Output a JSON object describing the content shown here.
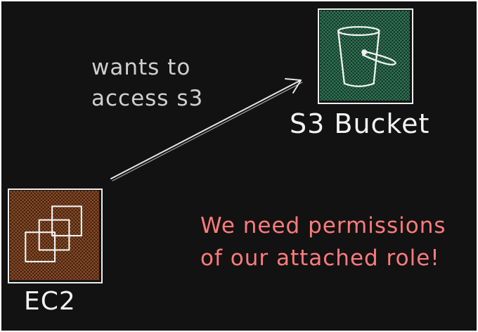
{
  "diagram": {
    "nodes": {
      "s3": {
        "label": "S3 Bucket",
        "icon": "bucket-icon",
        "fill_color": "#2e6b4e"
      },
      "ec2": {
        "label": "EC2",
        "icon": "instances-icon",
        "fill_color": "#9a5125"
      }
    },
    "edge": {
      "from": "EC2",
      "to": "S3 Bucket",
      "label_lines": [
        "wants to",
        "access s3"
      ]
    },
    "note": {
      "lines": [
        "We need permissions",
        "of our attached role!"
      ],
      "color": "#ff7b7b"
    }
  }
}
